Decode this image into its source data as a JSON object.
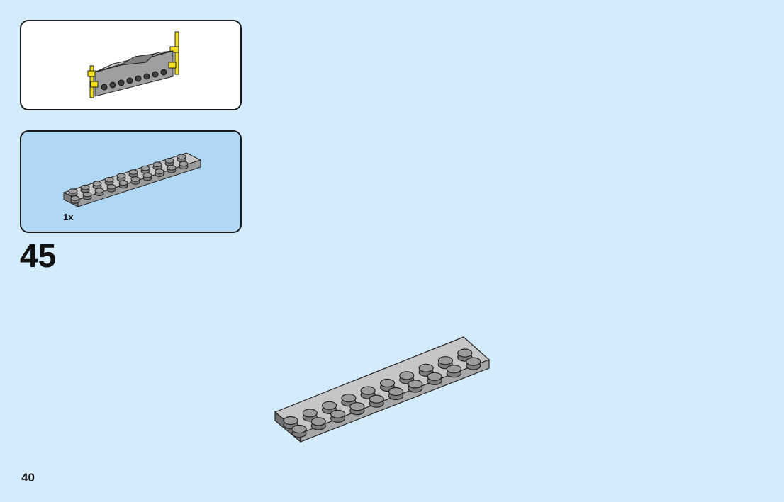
{
  "step": {
    "number": "45",
    "parts": [
      {
        "quantity": "1x",
        "part": "plate-2x10-icon",
        "color": "#a5a7a8"
      }
    ]
  },
  "page": {
    "number": "40"
  },
  "colors": {
    "background": "#d4ebfb",
    "parts_panel": "#b0d7f4",
    "context_panel": "#ffffff",
    "brick_gray": "#a5a7a8",
    "brick_dark": "#6f7172",
    "accent_yellow": "#f5e11b"
  }
}
